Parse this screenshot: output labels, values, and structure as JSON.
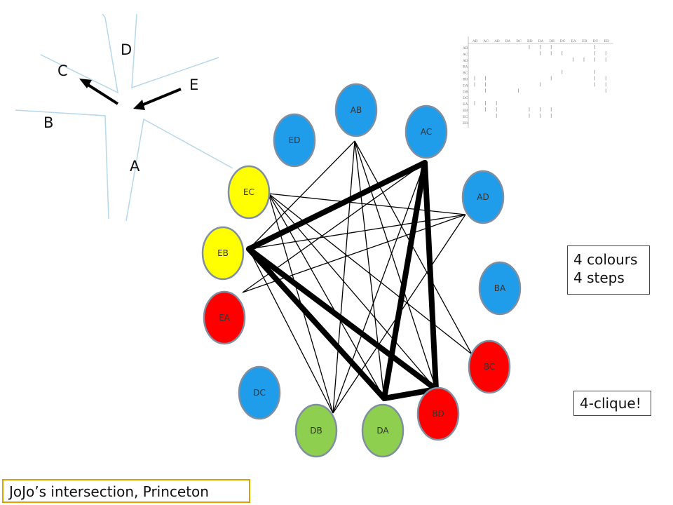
{
  "roads": {
    "labels": [
      "A",
      "B",
      "C",
      "D",
      "E"
    ]
  },
  "graph": {
    "colors": {
      "blue": "#1f9cea",
      "yellow": "#ffff00",
      "red": "#ff0000",
      "green": "#8fcf4f"
    },
    "nodes": [
      {
        "id": "AB",
        "color": "blue"
      },
      {
        "id": "AC",
        "color": "blue"
      },
      {
        "id": "ED",
        "color": "blue"
      },
      {
        "id": "AD",
        "color": "blue"
      },
      {
        "id": "EC",
        "color": "yellow"
      },
      {
        "id": "EB",
        "color": "yellow"
      },
      {
        "id": "BA",
        "color": "blue"
      },
      {
        "id": "EA",
        "color": "red"
      },
      {
        "id": "BC",
        "color": "red"
      },
      {
        "id": "DC",
        "color": "blue"
      },
      {
        "id": "BD",
        "color": "red"
      },
      {
        "id": "DB",
        "color": "green"
      },
      {
        "id": "DA",
        "color": "green"
      }
    ],
    "thin_edges": [
      [
        "AB",
        "EB"
      ],
      [
        "AB",
        "DB"
      ],
      [
        "AB",
        "DA"
      ],
      [
        "AB",
        "BD"
      ],
      [
        "AB",
        "BC"
      ],
      [
        "EC",
        "AD"
      ],
      [
        "EC",
        "DA"
      ],
      [
        "EC",
        "BD"
      ],
      [
        "EC",
        "BC"
      ],
      [
        "EC",
        "DB"
      ],
      [
        "EB",
        "AD"
      ],
      [
        "EB",
        "DB"
      ],
      [
        "EA",
        "AD"
      ],
      [
        "EA",
        "AC"
      ],
      [
        "AC",
        "DB"
      ],
      [
        "DB",
        "AD"
      ]
    ],
    "clique_edges": [
      [
        "EB",
        "AC"
      ],
      [
        "AC",
        "DA"
      ],
      [
        "AC",
        "BD"
      ],
      [
        "EB",
        "DA"
      ],
      [
        "EB",
        "BD"
      ],
      [
        "DA",
        "BD"
      ]
    ]
  },
  "matrix": {
    "labels": [
      "AB",
      "AC",
      "AD",
      "BA",
      "BC",
      "BD",
      "DA",
      "DB",
      "DC",
      "EA",
      "EB",
      "EC",
      "ED"
    ]
  },
  "info": {
    "line1": "4 colours",
    "line2": "4 steps"
  },
  "clique": {
    "label": "4-clique!"
  },
  "caption": {
    "text": "JoJo’s intersection, Princeton"
  }
}
